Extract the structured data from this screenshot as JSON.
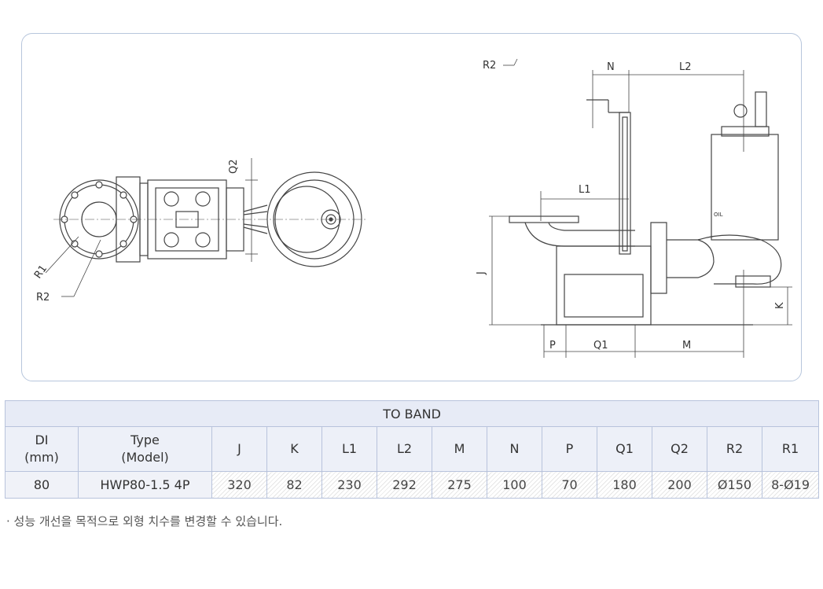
{
  "drawing": {
    "labels": {
      "r2_top": "R2",
      "n": "N",
      "l2": "L2",
      "l1": "L1",
      "q2": "Q2",
      "r1": "R1",
      "r2_left": "R2",
      "j": "J",
      "k": "K",
      "p": "P",
      "q1": "Q1",
      "m": "M",
      "oil": "OIL"
    }
  },
  "table": {
    "band_title": "TO BAND",
    "headers": {
      "di": "DI",
      "di_unit": "(mm)",
      "type": "Type",
      "type_sub": "(Model)",
      "j": "J",
      "k": "K",
      "l1": "L1",
      "l2": "L2",
      "m": "M",
      "n": "N",
      "p": "P",
      "q1": "Q1",
      "q2": "Q2",
      "r2": "R2",
      "r1": "R1"
    },
    "row": {
      "di": "80",
      "type": "HWP80-1.5 4P",
      "j": "320",
      "k": "82",
      "l1": "230",
      "l2": "292",
      "m": "275",
      "n": "100",
      "p": "70",
      "q1": "180",
      "q2": "200",
      "r2": "Ø150",
      "r1": "8-Ø19"
    }
  },
  "note": "· 성능 개선을 목적으로 외형 치수를 변경할 수 있습니다."
}
